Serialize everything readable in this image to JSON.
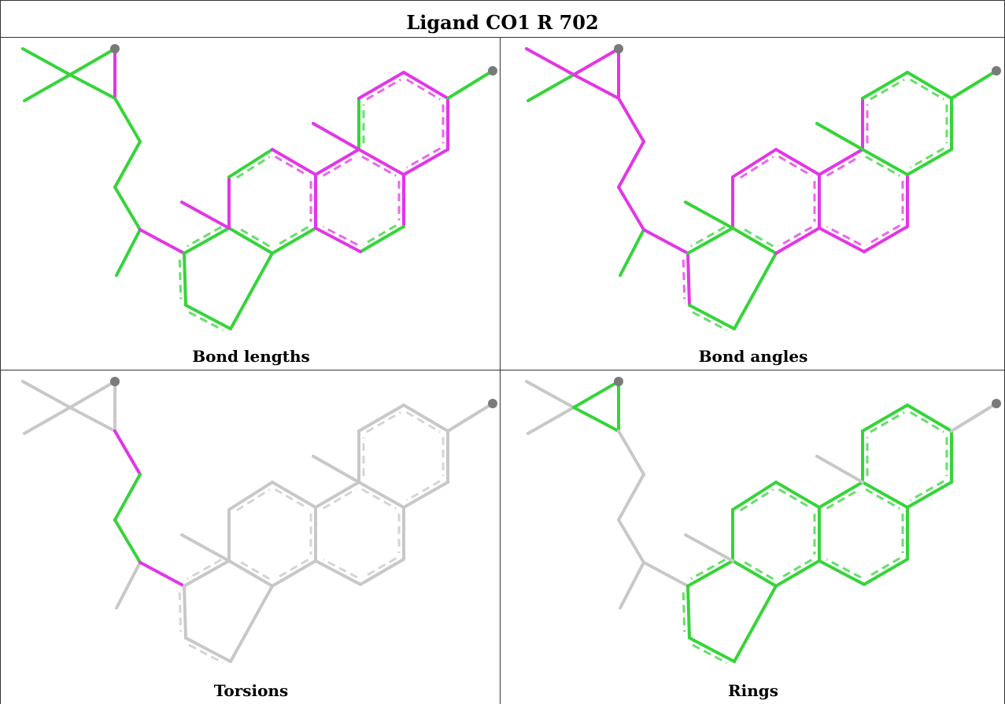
{
  "title": "Ligand CO1 R 702",
  "panels": [
    {
      "caption": "Bond lengths"
    },
    {
      "caption": "Bond angles"
    },
    {
      "caption": "Torsions"
    },
    {
      "caption": "Rings"
    }
  ],
  "colors": {
    "green": "#36d43a",
    "magenta": "#e236e6",
    "gray": "#c8c8c8",
    "atom": "#7a7a7a"
  }
}
